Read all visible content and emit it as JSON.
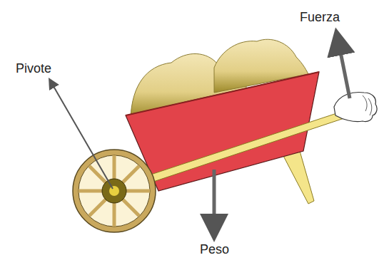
{
  "diagram": {
    "labels": [
      "Pivote",
      "Fuerza",
      "Peso"
    ]
  }
}
